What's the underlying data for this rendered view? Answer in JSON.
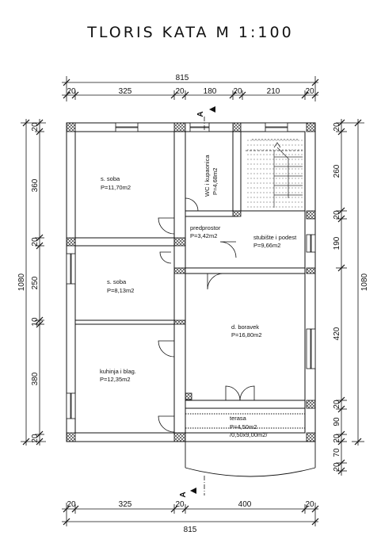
{
  "title": "TLORIS KATA   M 1:100",
  "dimensions": {
    "top_total": "815",
    "top_segments": [
      "20",
      "325",
      "20",
      "180",
      "20",
      "210",
      "20"
    ],
    "bottom_total": "815",
    "bottom_segments": [
      "20",
      "325",
      "20",
      "400",
      "20"
    ],
    "left_total": "1080",
    "left_segments": [
      "20",
      "360",
      "20",
      "250",
      "10",
      "380",
      "20"
    ],
    "right_total": "1080",
    "right_segments": [
      "20",
      "260",
      "20",
      "190",
      "420",
      "20",
      "90",
      "20",
      "70",
      "20"
    ]
  },
  "rooms": [
    {
      "name": "s. soba",
      "area": "P=11,70m2"
    },
    {
      "name": "WC i kupaonica",
      "area": "P=4,68m2"
    },
    {
      "name": "predprostor",
      "area": "P=3,42m2"
    },
    {
      "name": "stubište i podest",
      "area": "P=9,66m2"
    },
    {
      "name": "s. soba",
      "area": "P=8,13m2"
    },
    {
      "name": "d. boravek",
      "area": "P=16,80m2"
    },
    {
      "name": "kuhinja i blag.",
      "area": "P=12,35m2"
    },
    {
      "name": "terasa",
      "area": "P=4,50m2",
      "note": "/0,50x9,00m2/"
    }
  ],
  "section_marks": [
    "A",
    "A"
  ]
}
